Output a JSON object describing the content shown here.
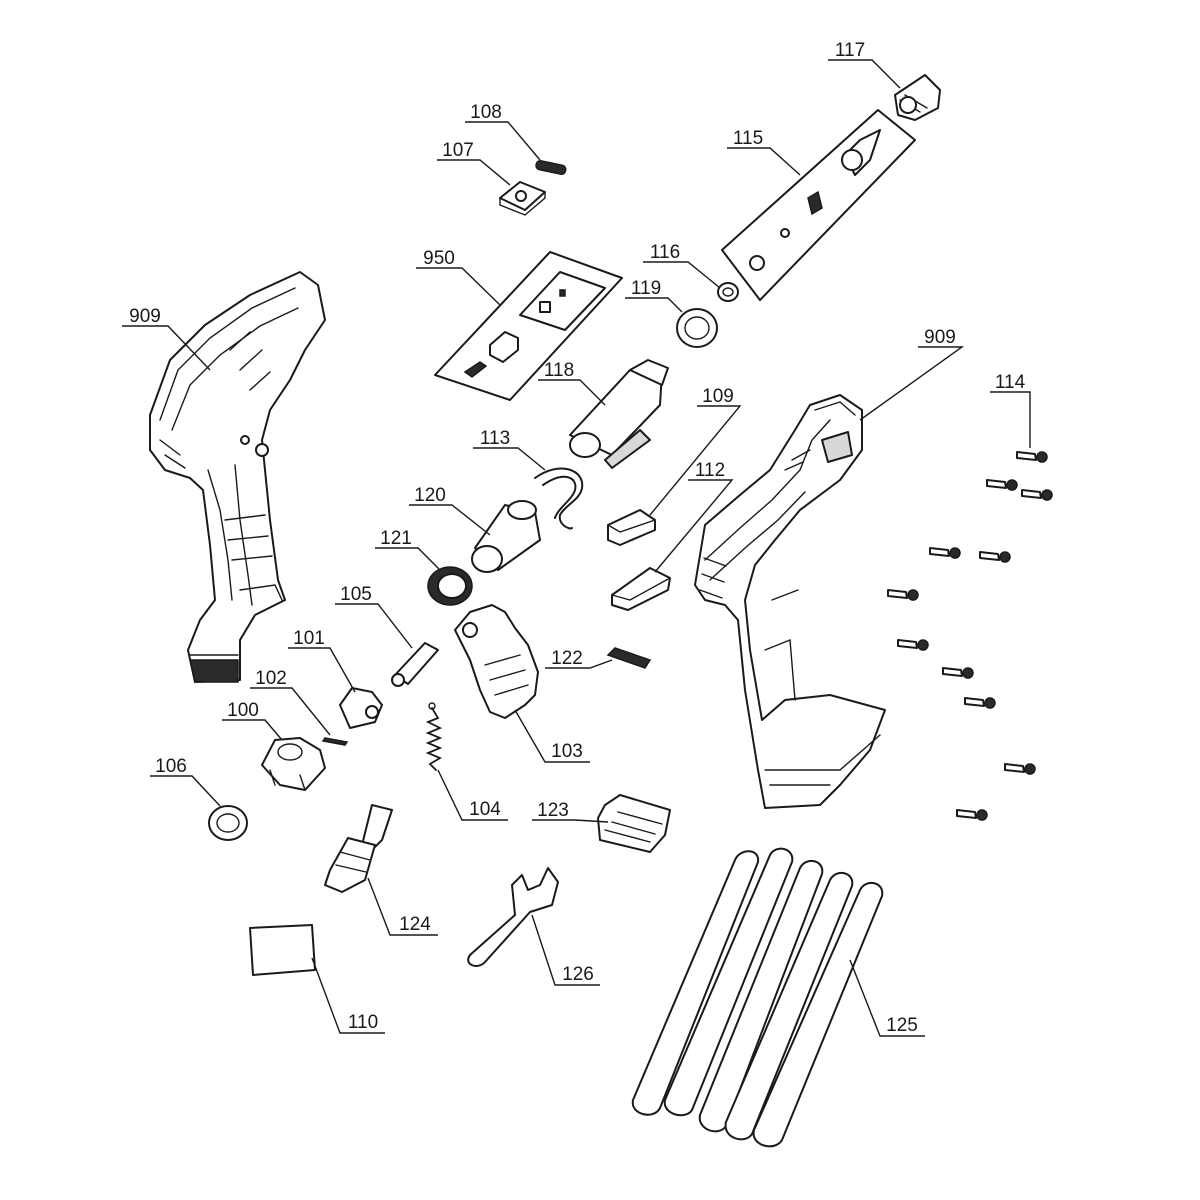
{
  "labels": {
    "p117": "117",
    "p108": "108",
    "p107": "107",
    "p115": "115",
    "p950": "950",
    "p116": "116",
    "p119": "119",
    "p909_left": "909",
    "p909_right": "909",
    "p118": "118",
    "p114": "114",
    "p109": "109",
    "p113": "113",
    "p112": "112",
    "p120": "120",
    "p121": "121",
    "p105": "105",
    "p101": "101",
    "p122": "122",
    "p102": "102",
    "p100": "100",
    "p103": "103",
    "p106": "106",
    "p104": "104",
    "p123": "123",
    "p124": "124",
    "p126": "126",
    "p110": "110",
    "p125": "125"
  },
  "icons": {
    "glue_gun_housing": "glue-gun-housing-icon",
    "glue_stick": "glue-stick-icon",
    "screw": "screw-icon",
    "wrench": "wrench-icon"
  }
}
